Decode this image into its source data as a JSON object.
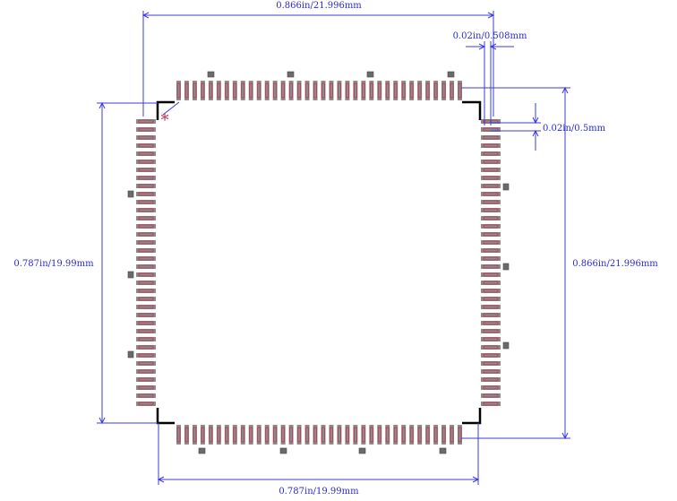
{
  "dimensions": {
    "top_width": "0.866in/21.996mm",
    "pad_pitch": "0.02in/0.508mm",
    "pad_width": "0.02in/0.5mm",
    "left_height": "0.787in/19.99mm",
    "right_height": "0.866in/21.996mm",
    "bottom_width": "0.787in/19.99mm"
  },
  "package": {
    "pads_per_side": 36,
    "pin1_marker": "*"
  },
  "colors": {
    "dimension_line": "#3b3bdc",
    "dimension_text": "#2a2ad0",
    "silkscreen": "#000000",
    "pad_fill": "#8c8c8c",
    "pad_outline": "#c0304a",
    "pin1_marker": "#c0304a"
  }
}
